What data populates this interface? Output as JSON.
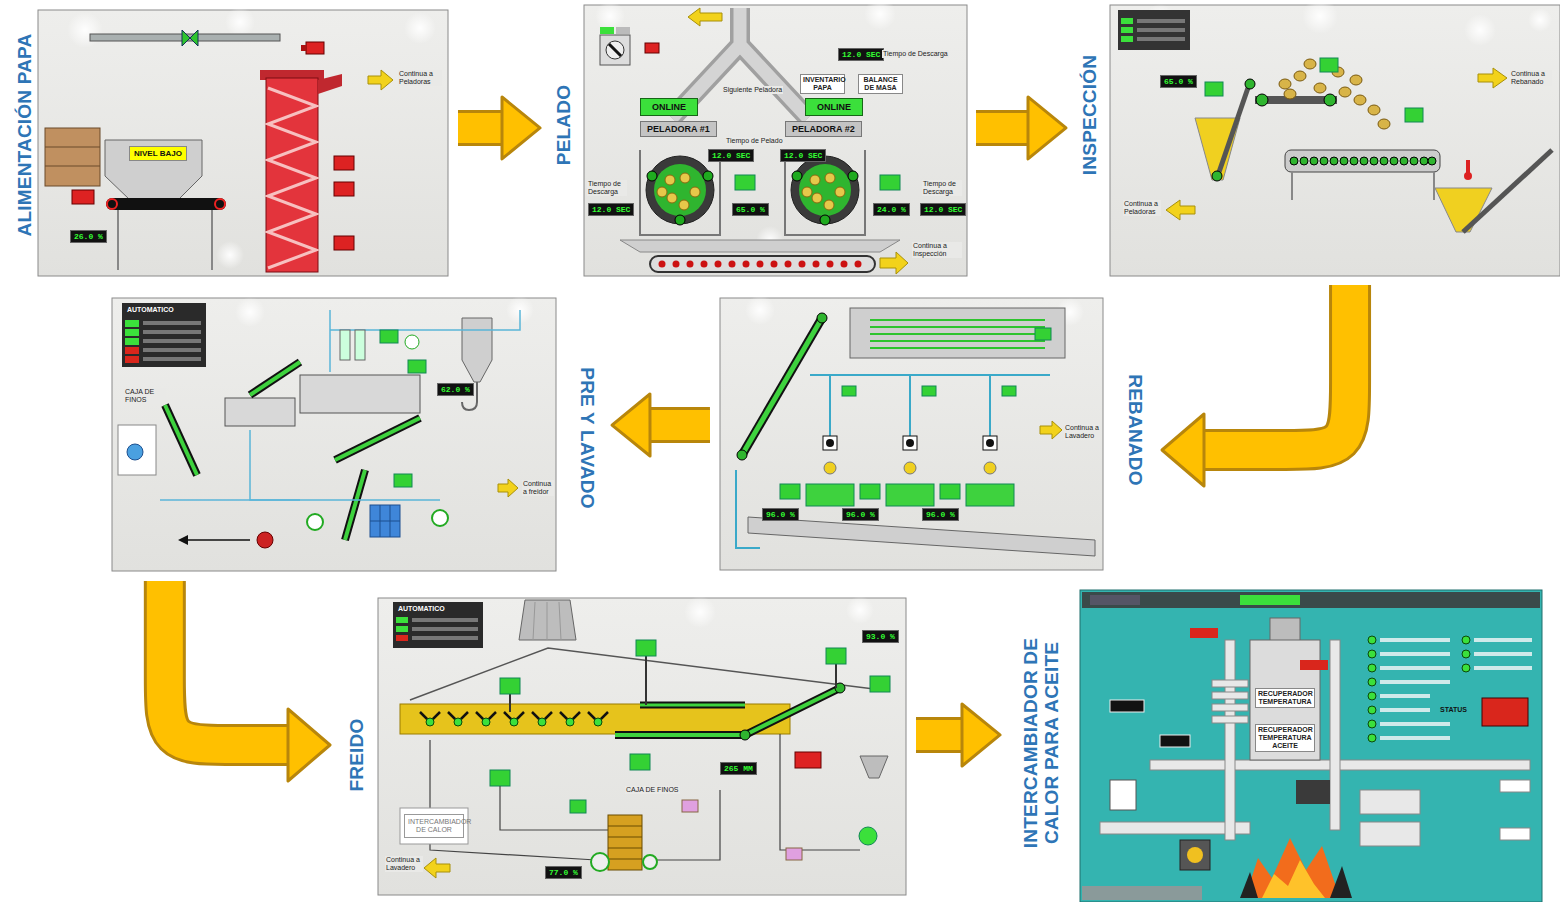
{
  "diagram": {
    "nodes": [
      {
        "text": [
          "ALIMENTACIÓN PAPA"
        ]
      },
      {
        "text": [
          "PELADO"
        ]
      },
      {
        "text": [
          "INSPECCIÓN"
        ]
      },
      {
        "text": [
          "REBANADO"
        ]
      },
      {
        "text": [
          "PRE Y LAVADO"
        ]
      },
      {
        "text": [
          "FREIDO"
        ]
      },
      {
        "text": [
          "INTERCAMBIADOR DE CALOR PARA ACEITE"
        ]
      }
    ],
    "edges": [
      {
        "from": 0,
        "to": 1,
        "arrow": "to"
      },
      {
        "from": 1,
        "to": 2,
        "arrow": "to"
      },
      {
        "from": 2,
        "to": 3,
        "arrow": "to"
      },
      {
        "from": 3,
        "to": 4,
        "arrow": "to"
      },
      {
        "from": 4,
        "to": 5,
        "arrow": "to"
      },
      {
        "from": 5,
        "to": 6,
        "arrow": "to"
      }
    ],
    "labels": [
      "Continua a Peladoras",
      "NIVEL BAJO",
      "26.0 %",
      "ONLINE",
      "ONLINE",
      "PELADORA #1",
      "PELADORA #2",
      "Siguiente Peladora",
      "INVENTARIO PAPA",
      "BALANCE DE MASA",
      "Tiempo de Pelado",
      "12.0 SEC",
      "12.0 SEC",
      "12.0 SEC",
      "Tiempo de Descarga",
      "Tiempo de Descarga",
      "12.0 SEC",
      "Tiempo de Descarga",
      "12.0 SEC",
      "65.0 %",
      "24.0 %",
      "Continua a Inspección",
      "Continua a Peladoras",
      "Continua a Rebanado",
      "65.0 %",
      "96.0 %",
      "96.0 %",
      "96.0 %",
      "Continua a Lavadero",
      "AUTOMATICO",
      "CAJA DE FINOS",
      "62.0 %",
      "Continua a freidor",
      "AUTOMATICO",
      "INTERCAMBIADOR DE CALOR",
      "CAJA DE FINOS",
      "265 MM",
      "77.0 %",
      "93.0 %",
      "Continua a Lavadero",
      "RECUPERADOR TEMPERATURA",
      "RECUPERADOR TEMPERATURA ACEITE",
      "STATUS"
    ]
  }
}
